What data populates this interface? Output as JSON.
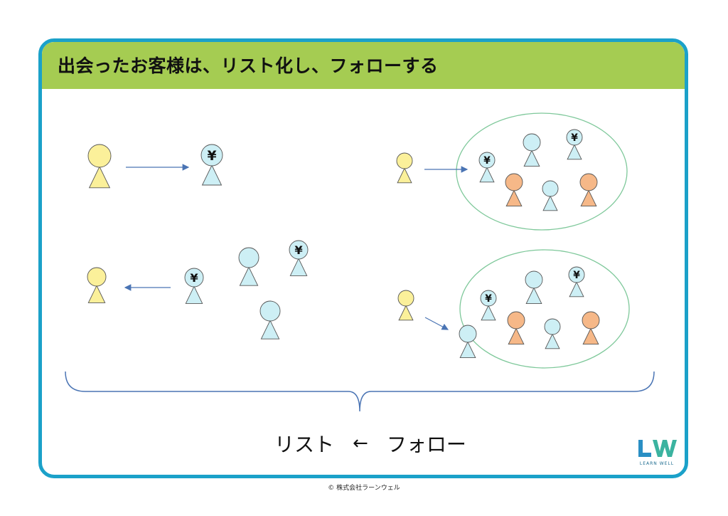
{
  "header": {
    "title": "出会ったお客様は、リスト化し、フォローする"
  },
  "caption": {
    "left": "リスト",
    "arrow": "←",
    "right": "フォロー"
  },
  "logo": {
    "text": "LEARN WELL",
    "colors": {
      "l": "#2a8fc4",
      "w": "#3bb3a0"
    }
  },
  "footer": {
    "copyright": "© 株式会社ラーンウェル"
  },
  "colors": {
    "frame": "#1ba1c9",
    "header": "#a5cc52",
    "seller": "#fbf09a",
    "customer": "#cdeff5",
    "follower": "#f6b888",
    "oval_stroke": "#7ec89a",
    "arrow": "#4a74b4",
    "brace": "#4a74b4"
  },
  "icons": {
    "yen_symbol": "¥"
  }
}
